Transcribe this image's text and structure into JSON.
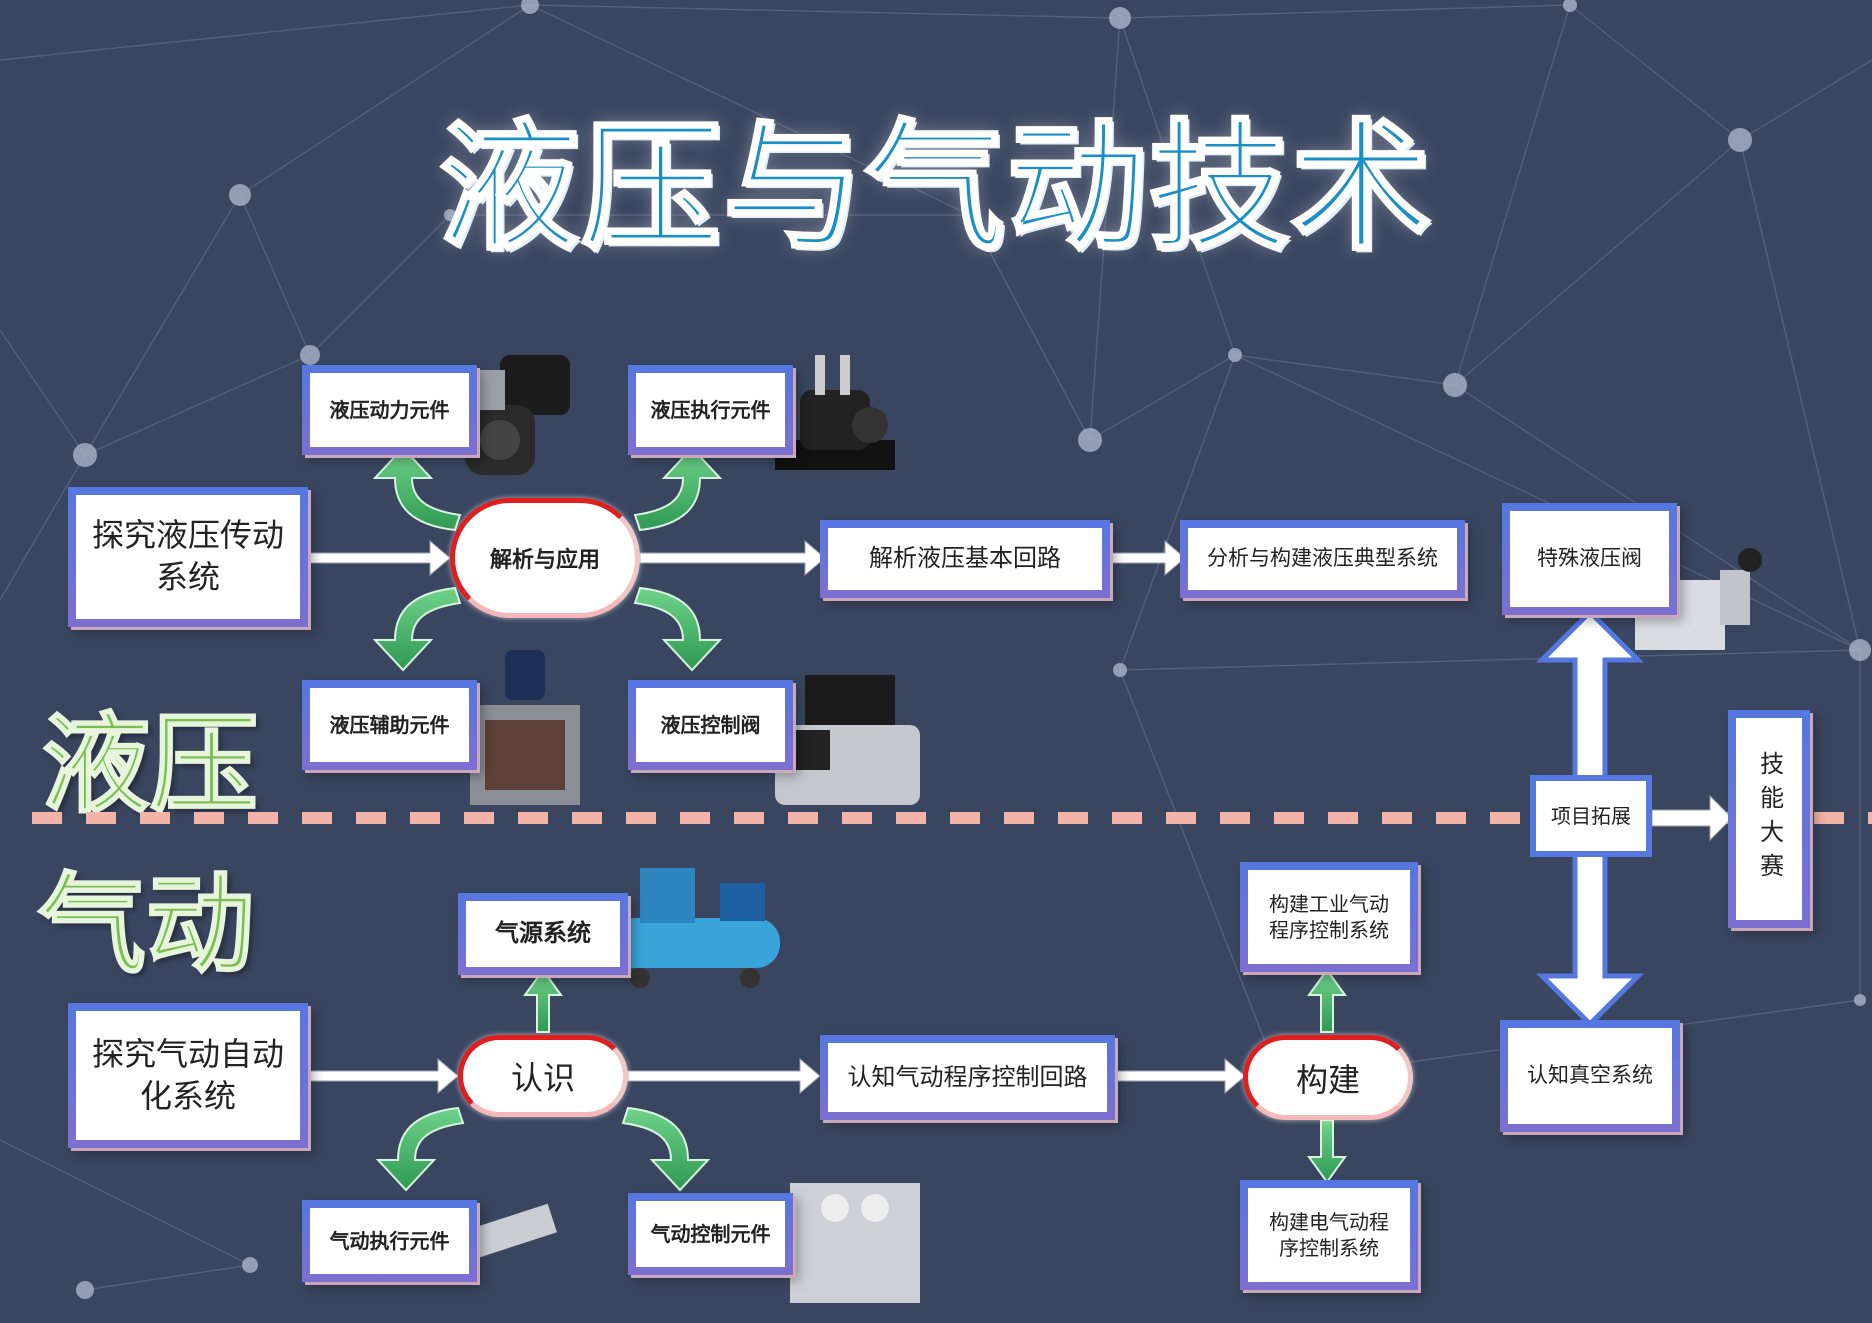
{
  "title": "液压与气动技术",
  "sections": {
    "hydraulic": "液压",
    "pneumatic": "气动"
  },
  "hydraulic": {
    "explore": "探究液压传动系统",
    "analyze": "解析与应用",
    "power": "液压动力元件",
    "actuator": "液压执行元件",
    "auxiliary": "液压辅助元件",
    "control_valve": "液压控制阀",
    "basic_circuit": "解析液压基本回路",
    "typical_system": "分析与构建液压典型系统"
  },
  "pneumatic": {
    "explore": "探究气动自动化系统",
    "recognize": "认识",
    "air_source": "气源系统",
    "actuator": "气动执行元件",
    "control": "气动控制元件",
    "program_circuit": "认知气动程序控制回路",
    "build": "构建",
    "industrial": "构建工业气动程序控制系统",
    "electro": "构建电气动程序控制系统"
  },
  "extension": {
    "special_valve": "特殊液压阀",
    "project": "项目拓展",
    "vacuum": "认知真空系统",
    "contest": "技能大赛"
  },
  "colors": {
    "background": "#3a4660",
    "title": "#1a8fc4",
    "section_label": "#7bbd52",
    "box_border": "#5577e0",
    "pill_border": "#e21d1d",
    "green_arrow": "#4fb86a",
    "divider": "#f2b4a8"
  }
}
